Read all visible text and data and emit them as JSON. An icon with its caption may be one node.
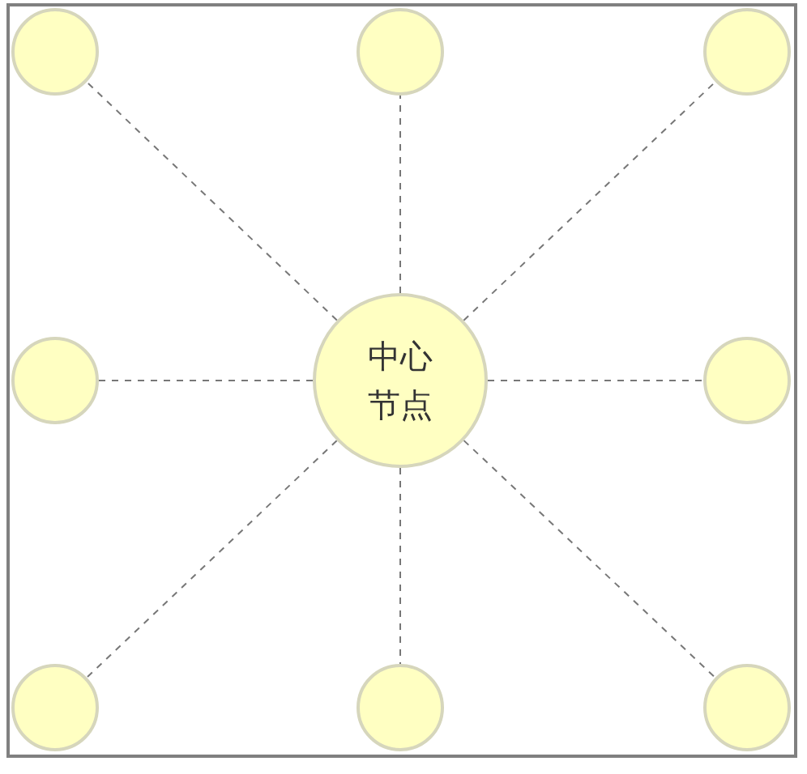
{
  "diagram": {
    "nodes": [
      {
        "text": [],
        "shape": "circle"
      },
      {
        "text": [],
        "shape": "circle"
      },
      {
        "text": [],
        "shape": "circle"
      },
      {
        "text": [],
        "shape": "circle"
      },
      {
        "text": [
          "中心节点"
        ]
      },
      {
        "text": [],
        "shape": "circle"
      },
      {
        "text": [],
        "shape": "circle"
      },
      {
        "text": [],
        "shape": "circle"
      },
      {
        "text": [],
        "shape": "circle"
      }
    ],
    "edges": [
      {
        "from": 4,
        "to": 0,
        "arrow": "none",
        "style": "dashed"
      },
      {
        "from": 4,
        "to": 1,
        "arrow": "none",
        "style": "dashed"
      },
      {
        "from": 4,
        "to": 2,
        "arrow": "none",
        "style": "dashed"
      },
      {
        "from": 4,
        "to": 3,
        "arrow": "none",
        "style": "dashed"
      },
      {
        "from": 4,
        "to": 5,
        "arrow": "none",
        "style": "dashed"
      },
      {
        "from": 4,
        "to": 6,
        "arrow": "none",
        "style": "dashed"
      },
      {
        "from": 4,
        "to": 7,
        "arrow": "none",
        "style": "dashed"
      },
      {
        "from": 4,
        "to": 8,
        "arrow": "none",
        "style": "dashed"
      }
    ]
  }
}
